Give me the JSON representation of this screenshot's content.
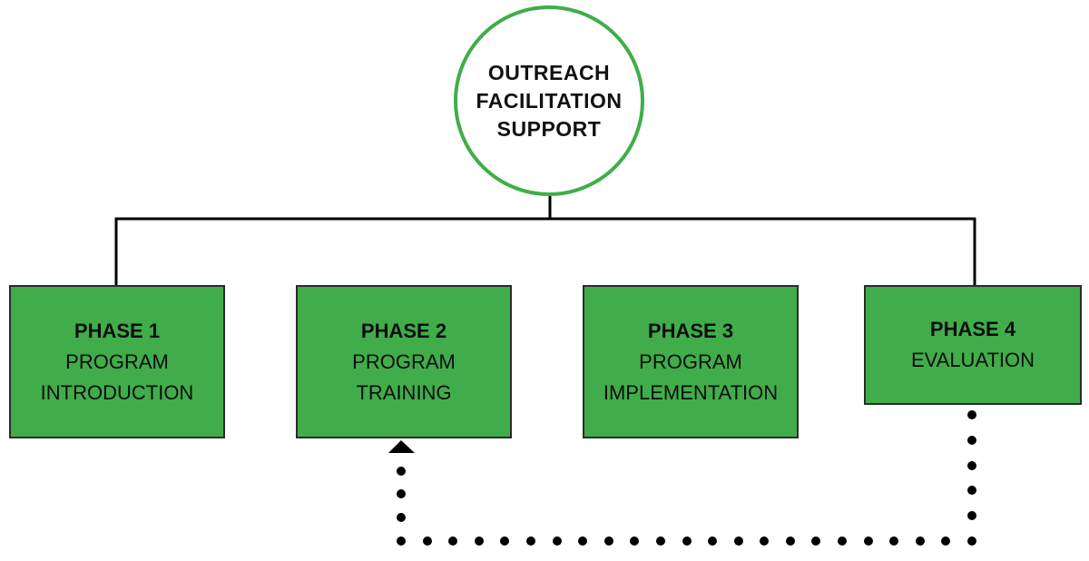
{
  "hub": {
    "lines": [
      "OUTREACH",
      "FACILITATION",
      "SUPPORT"
    ],
    "border_color": "#3fae49"
  },
  "phases": [
    {
      "title": "PHASE 1",
      "lines": [
        "PROGRAM",
        "INTRODUCTION"
      ]
    },
    {
      "title": "PHASE 2",
      "lines": [
        "PROGRAM",
        "TRAINING"
      ]
    },
    {
      "title": "PHASE 3",
      "lines": [
        "PROGRAM",
        "IMPLEMENTATION"
      ]
    },
    {
      "title": "PHASE 4",
      "lines": [
        "EVALUATION"
      ]
    }
  ],
  "colors": {
    "phase_fill": "#40ad4a",
    "phase_border": "#2b2b2b",
    "connector": "#000000"
  },
  "feedback_loop": {
    "from": "PHASE 4",
    "to": "PHASE 2",
    "style": "dotted",
    "arrowhead": "triangle"
  }
}
